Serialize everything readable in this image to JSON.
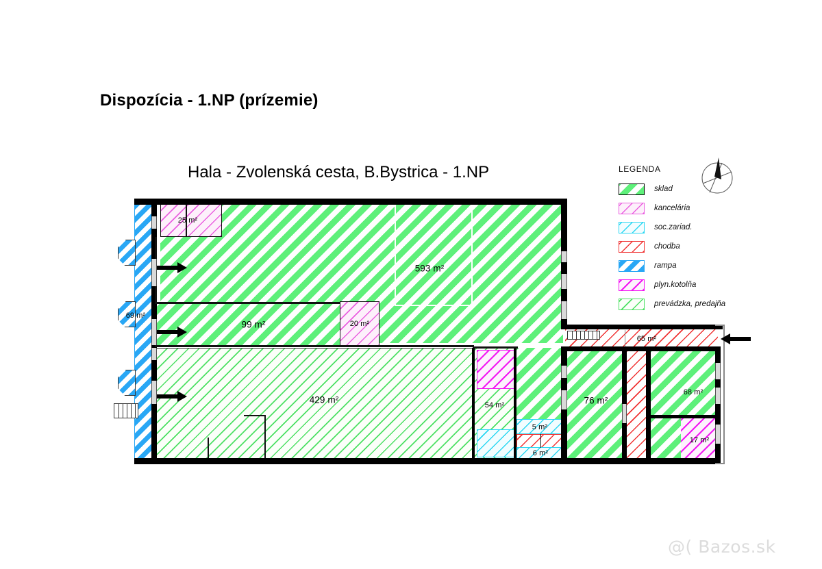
{
  "document": {
    "title": "Dispozícia - 1.NP (prízemie)",
    "plan_title": "Hala - Zvolenská cesta, B.Bystrica - 1.NP",
    "watermark": "@( Bazos.sk"
  },
  "legend": {
    "title": "LEGENDA",
    "items": [
      {
        "label": "sklad",
        "key": "sklad",
        "color": "#5ef07a"
      },
      {
        "label": "kancelária",
        "key": "kancelaria",
        "color": "#ea5fe0"
      },
      {
        "label": "soc.zariad.",
        "key": "soc",
        "color": "#2ad7f2"
      },
      {
        "label": "chodba",
        "key": "chodba",
        "color": "#f03333"
      },
      {
        "label": "rampa",
        "key": "rampa",
        "color": "#29a7f5"
      },
      {
        "label": "plyn.kotolňa",
        "key": "kotolna",
        "color": "#f316f3"
      },
      {
        "label": "prevádzka, predajňa",
        "key": "prevadzka",
        "color": "#4ce063"
      }
    ]
  },
  "compass": {
    "name": "north-arrow"
  },
  "rooms": [
    {
      "id": "r25",
      "label": "25 m²",
      "type": "kancelaria"
    },
    {
      "id": "r593",
      "label": "593 m²",
      "type": "sklad"
    },
    {
      "id": "r99",
      "label": "99 m²",
      "type": "sklad"
    },
    {
      "id": "r20",
      "label": "20 m²",
      "type": "kancelaria"
    },
    {
      "id": "r429",
      "label": "429 m²",
      "type": "prevadzka"
    },
    {
      "id": "r69",
      "label": "69 m²",
      "type": "rampa"
    },
    {
      "id": "r54",
      "label": "54 m²",
      "type": "prevadzka"
    },
    {
      "id": "rkot",
      "label": "",
      "type": "kotolna"
    },
    {
      "id": "rsoc",
      "label": "",
      "type": "soc"
    },
    {
      "id": "r5",
      "label": "5 m²",
      "type": "soc"
    },
    {
      "id": "r6",
      "label": "6 m²",
      "type": "soc"
    },
    {
      "id": "r65",
      "label": "65 m²",
      "type": "chodba"
    },
    {
      "id": "r76",
      "label": "76 m²",
      "type": "sklad"
    },
    {
      "id": "r68",
      "label": "68 m²",
      "type": "sklad"
    },
    {
      "id": "r17",
      "label": "17 m²",
      "type": "kotolna"
    }
  ]
}
